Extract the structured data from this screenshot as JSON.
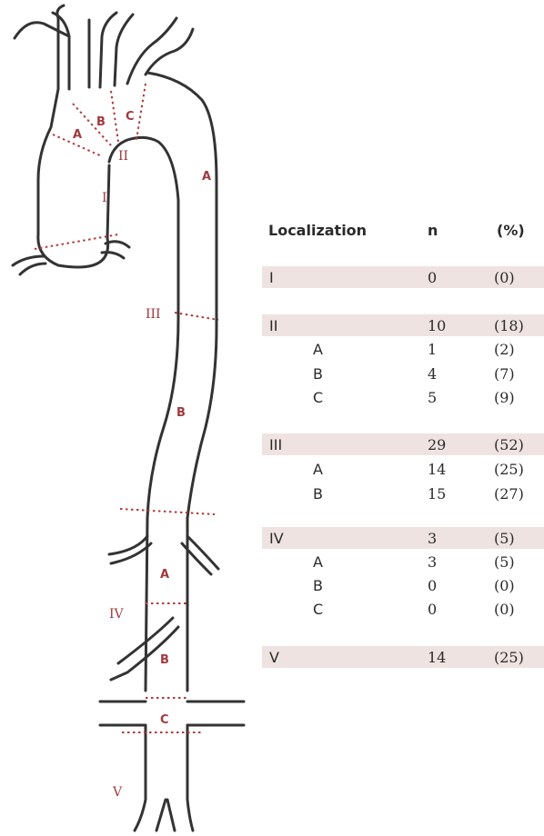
{
  "diagram": {
    "zones": [
      "I",
      "II",
      "III",
      "IV",
      "V"
    ],
    "segments": {
      "arch": [
        "A",
        "B",
        "C"
      ],
      "desc": [
        "A",
        "B"
      ],
      "abd": [
        "A",
        "B",
        "C"
      ]
    },
    "colors": {
      "accent": "#a0393d",
      "vessel": "#333333",
      "band": "#efe3e2"
    }
  },
  "table": {
    "headers": {
      "localization": "Localization",
      "n": "n",
      "percent": "(%)"
    },
    "rows": [
      {
        "label": "I",
        "n": "0",
        "pct": "(0)",
        "main": true
      },
      {
        "label": "II",
        "n": "10",
        "pct": "(18)",
        "main": true
      },
      {
        "label": "A",
        "n": "1",
        "pct": "(2)",
        "main": false
      },
      {
        "label": "B",
        "n": "4",
        "pct": "(7)",
        "main": false
      },
      {
        "label": "C",
        "n": "5",
        "pct": "(9)",
        "main": false
      },
      {
        "label": "III",
        "n": "29",
        "pct": "(52)",
        "main": true
      },
      {
        "label": "A",
        "n": "14",
        "pct": "(25)",
        "main": false
      },
      {
        "label": "B",
        "n": "15",
        "pct": "(27)",
        "main": false
      },
      {
        "label": "IV",
        "n": "3",
        "pct": "(5)",
        "main": true
      },
      {
        "label": "A",
        "n": "3",
        "pct": "(5)",
        "main": false
      },
      {
        "label": "B",
        "n": "0",
        "pct": "(0)",
        "main": false
      },
      {
        "label": "C",
        "n": "0",
        "pct": "(0)",
        "main": false
      },
      {
        "label": "V",
        "n": "14",
        "pct": "(25)",
        "main": true
      }
    ]
  }
}
